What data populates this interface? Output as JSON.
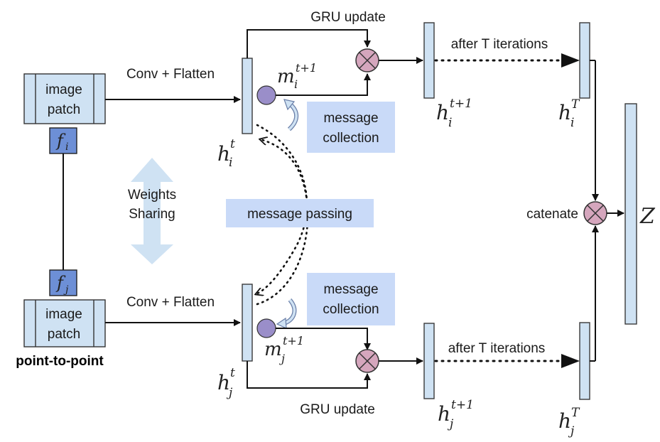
{
  "labels": {
    "patch_top": [
      "image",
      "patch"
    ],
    "patch_bottom": [
      "image",
      "patch"
    ],
    "conv_flatten_top": "Conv + Flatten",
    "conv_flatten_bottom": "Conv + Flatten",
    "gru_update_top": "GRU update",
    "gru_update_bottom": "GRU update",
    "after_iter_top": "after T iterations",
    "after_iter_bottom": "after T iterations",
    "message_collection_top": [
      "message",
      "collection"
    ],
    "message_collection_bottom": [
      "message",
      "collection"
    ],
    "message_passing": "message passing",
    "weights_sharing": [
      "Weights",
      "Sharing"
    ],
    "catenate": "catenate",
    "point_to_point": "point-to-point"
  },
  "math": {
    "fi": {
      "base": "f",
      "sub": "i"
    },
    "fj": {
      "base": "f",
      "sub": "j"
    },
    "h_i_t": {
      "base": "h",
      "sub": "i",
      "sup": "t"
    },
    "h_j_t": {
      "base": "h",
      "sub": "j",
      "sup": "t"
    },
    "m_i_t1": {
      "base": "m",
      "sub": "i",
      "sup": "t+1"
    },
    "m_j_t1": {
      "base": "m",
      "sub": "j",
      "sup": "t+1"
    },
    "h_i_t1": {
      "base": "h",
      "sub": "i",
      "sup": "t+1"
    },
    "h_j_t1": {
      "base": "h",
      "sub": "j",
      "sup": "t+1"
    },
    "h_i_T": {
      "base": "h",
      "sub": "i",
      "sup": "T"
    },
    "h_j_T": {
      "base": "h",
      "sub": "j",
      "sup": "T"
    },
    "Z": "Z"
  },
  "colors": {
    "vector_fill": "#cfe2f3",
    "label_box_fill": "#c9daf8",
    "feature_box_fill": "#6d8fd6",
    "node_fill": "#9a8ec9",
    "multiply_fill": "#d5a6bd",
    "weights_arrow": "#cfe2f3"
  }
}
